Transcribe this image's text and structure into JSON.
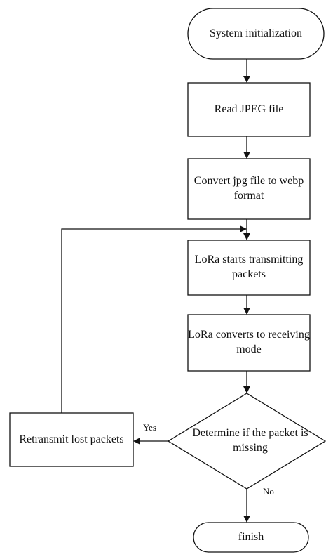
{
  "nodes": {
    "start": "System initialization",
    "read_jpeg": "Read JPEG file",
    "convert": "Convert jpg file to webp format",
    "transmit": "LoRa starts transmitting packets",
    "receive_mode": "LoRa converts to receiving mode",
    "decision": "Determine if the packet is missing",
    "retransmit": "Retransmit lost packets",
    "finish": "finish"
  },
  "edges": {
    "yes_label": "Yes",
    "no_label": "No"
  }
}
